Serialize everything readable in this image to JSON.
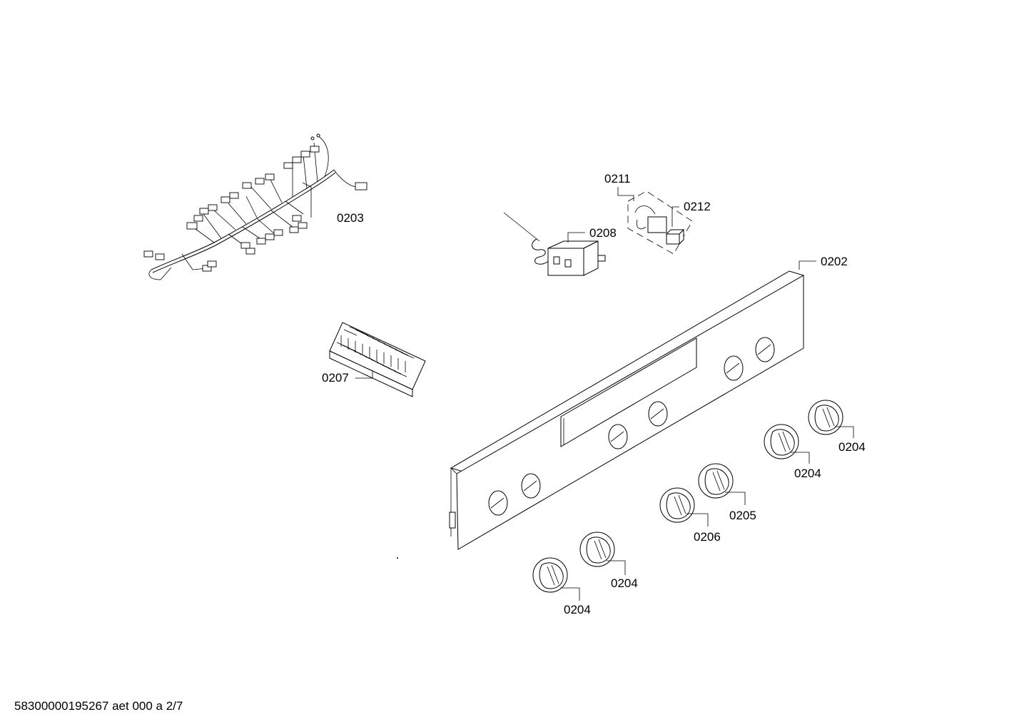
{
  "footer": {
    "doc_id": "58300000195267 aet 000 a 2/7"
  },
  "parts": {
    "p0203": "0203",
    "p0211": "0211",
    "p0212": "0212",
    "p0208": "0208",
    "p0202": "0202",
    "p0207": "0207",
    "p0204a": "0204",
    "p0204b": "0204",
    "p0205": "0205",
    "p0206": "0206",
    "p0204c": "0204",
    "p0204d": "0204"
  }
}
